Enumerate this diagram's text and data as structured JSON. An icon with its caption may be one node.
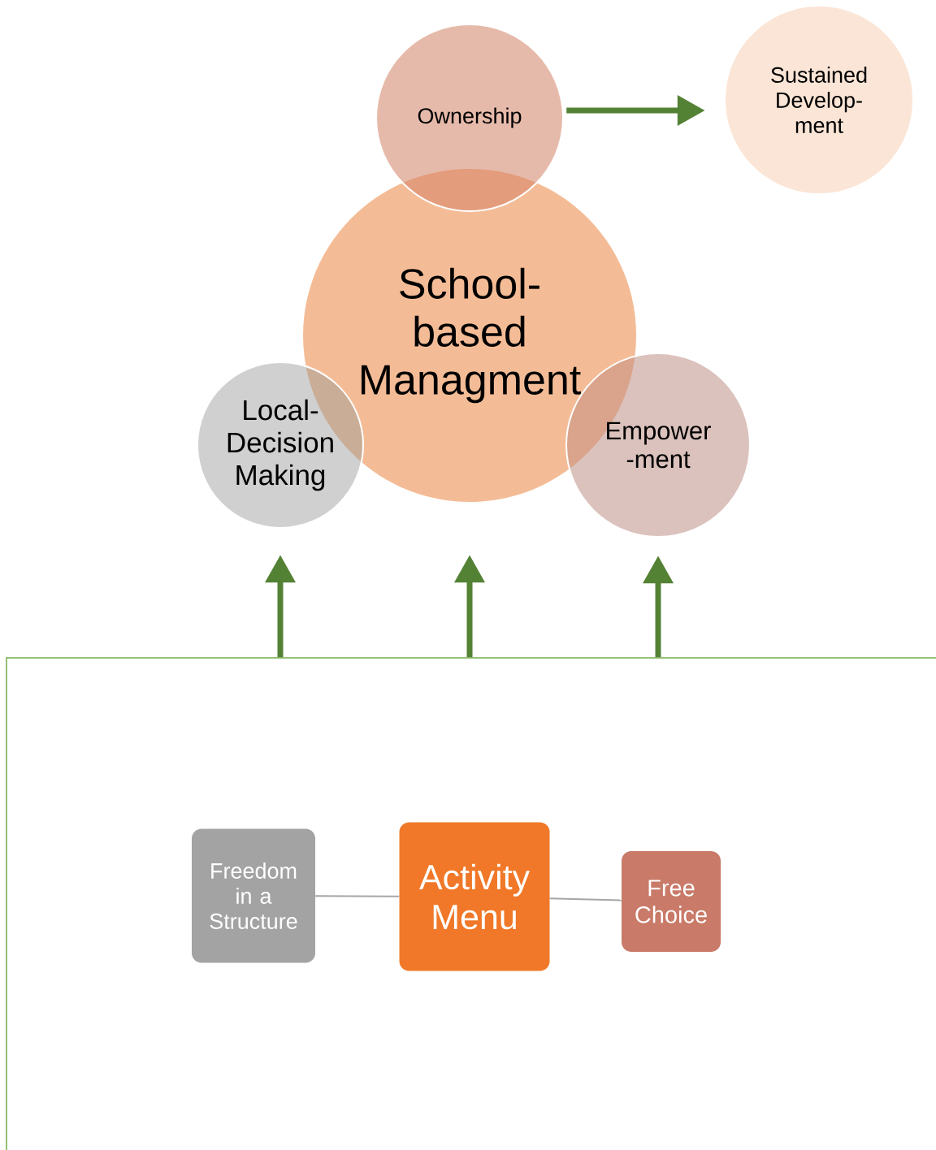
{
  "diagram": {
    "nodes": [
      {
        "text": [
          "Ownership"
        ]
      },
      {
        "text": [
          "Sustained Develop- ment"
        ]
      },
      {
        "text": [
          "School- based Managment"
        ]
      },
      {
        "text": [
          "Local- Decision Making"
        ]
      },
      {
        "text": [
          "Empower -ment"
        ]
      },
      {
        "text": [],
        "shape": "box"
      },
      {
        "text": [
          "Freedom in a Structure"
        ],
        "in": 5
      },
      {
        "text": [
          "Activity Menu"
        ],
        "in": 5
      },
      {
        "text": [
          "Free Choice"
        ],
        "in": 5
      }
    ],
    "edges": [
      {
        "from": 0,
        "to": 1,
        "arrow": "to"
      },
      {
        "from": 5,
        "to": 3,
        "arrow": "to"
      },
      {
        "from": 5,
        "to": 2,
        "arrow": "to"
      },
      {
        "from": 5,
        "to": 4,
        "arrow": "to"
      },
      {
        "from": 6,
        "to": 7,
        "arrow": "none",
        "color": "#a6a6a6"
      },
      {
        "from": 7,
        "to": 8,
        "arrow": "none",
        "color": "#a6a6a6"
      }
    ]
  }
}
